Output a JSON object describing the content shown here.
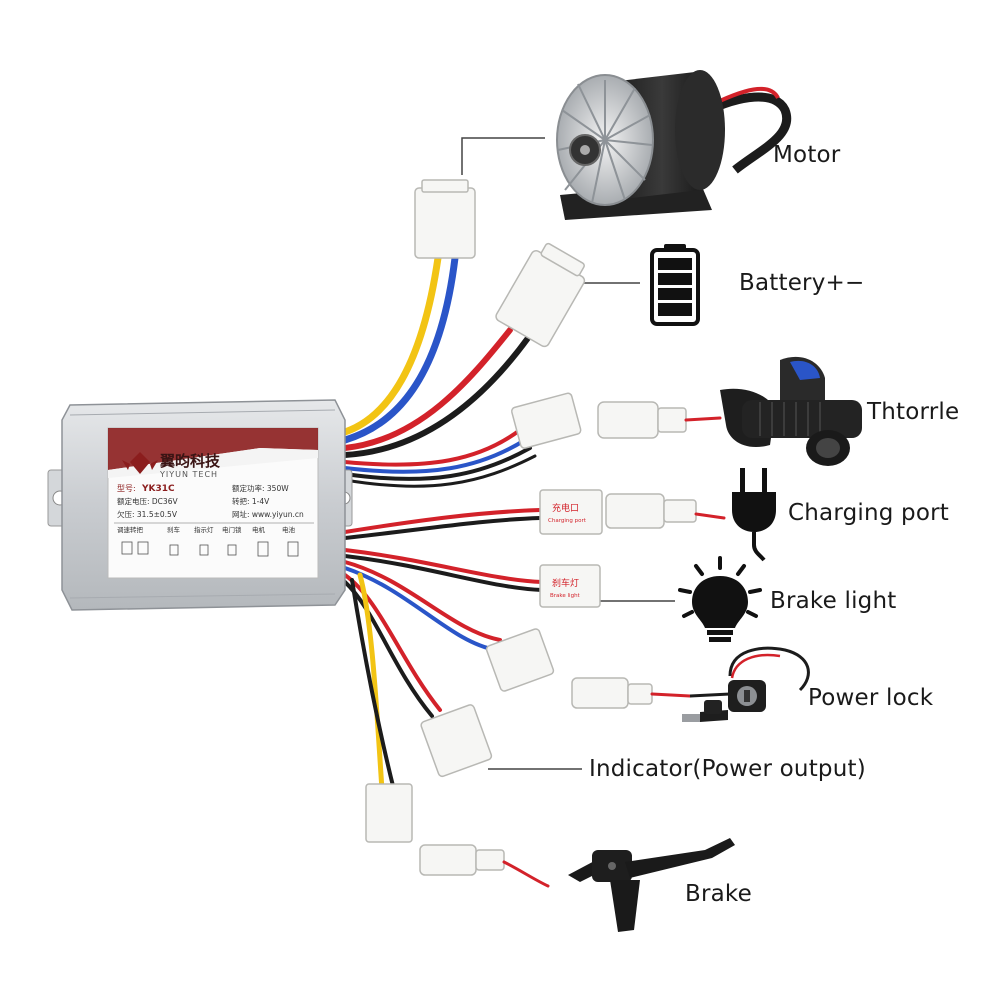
{
  "labels": {
    "motor": "Motor",
    "battery": "Battery+−",
    "throttle": "Thtorrle",
    "charging_port": "Charging port",
    "brake_light": "Brake light",
    "power_lock": "Power lock",
    "indicator": "Indicator(Power output)",
    "brake": "Brake"
  },
  "controller": {
    "brand_cn": "翼昀科技",
    "brand_en": "YIYUN TECH",
    "model_label": "型号:",
    "model": "YK31C",
    "rated_voltage": "额定电压: DC36V",
    "rated_power": "额定功率: 350W",
    "undervoltage": "欠压: 31.5±0.5V",
    "throttle_range": "转把: 1-4V",
    "website": "网址: www.yiyun.cn",
    "port_labels": [
      "调速转把",
      "刹车",
      "指示灯",
      "电门锁",
      "电机",
      "电池"
    ]
  },
  "tags": {
    "charging": "充电口",
    "charging_sub": "Charging port",
    "brake_light": "刹车灯",
    "brake_light_sub": "Brake light"
  },
  "colors": {
    "red": "#d3222a",
    "blue": "#2a55c8",
    "yellow": "#f2c414",
    "black": "#1c1c1c",
    "connector": "#f6f6f4",
    "housing": "#cfd2d6",
    "brand": "#8b1d1d"
  },
  "icons": [
    "motor-icon",
    "battery-icon",
    "throttle-icon",
    "plug-icon",
    "bulb-icon",
    "key-lock-icon",
    "brake-lever-icon"
  ]
}
